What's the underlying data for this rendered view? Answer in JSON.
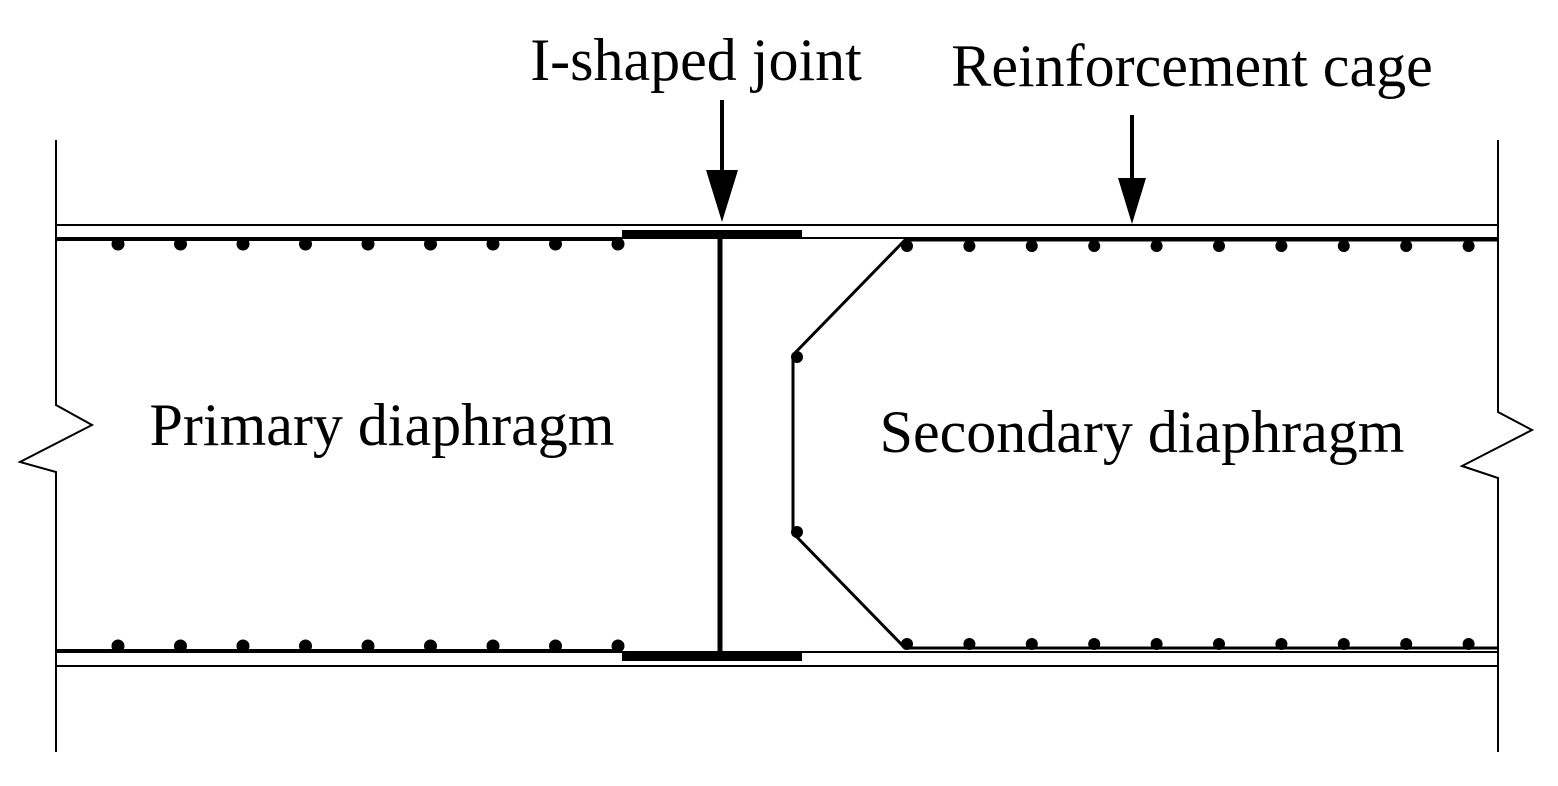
{
  "labels": {
    "joint": "I-shaped joint",
    "cage": "Reinforcement cage",
    "primary": "Primary diaphragm",
    "secondary": "Secondary diaphragm"
  },
  "colors": {
    "line": "#000000",
    "background": "#ffffff"
  }
}
